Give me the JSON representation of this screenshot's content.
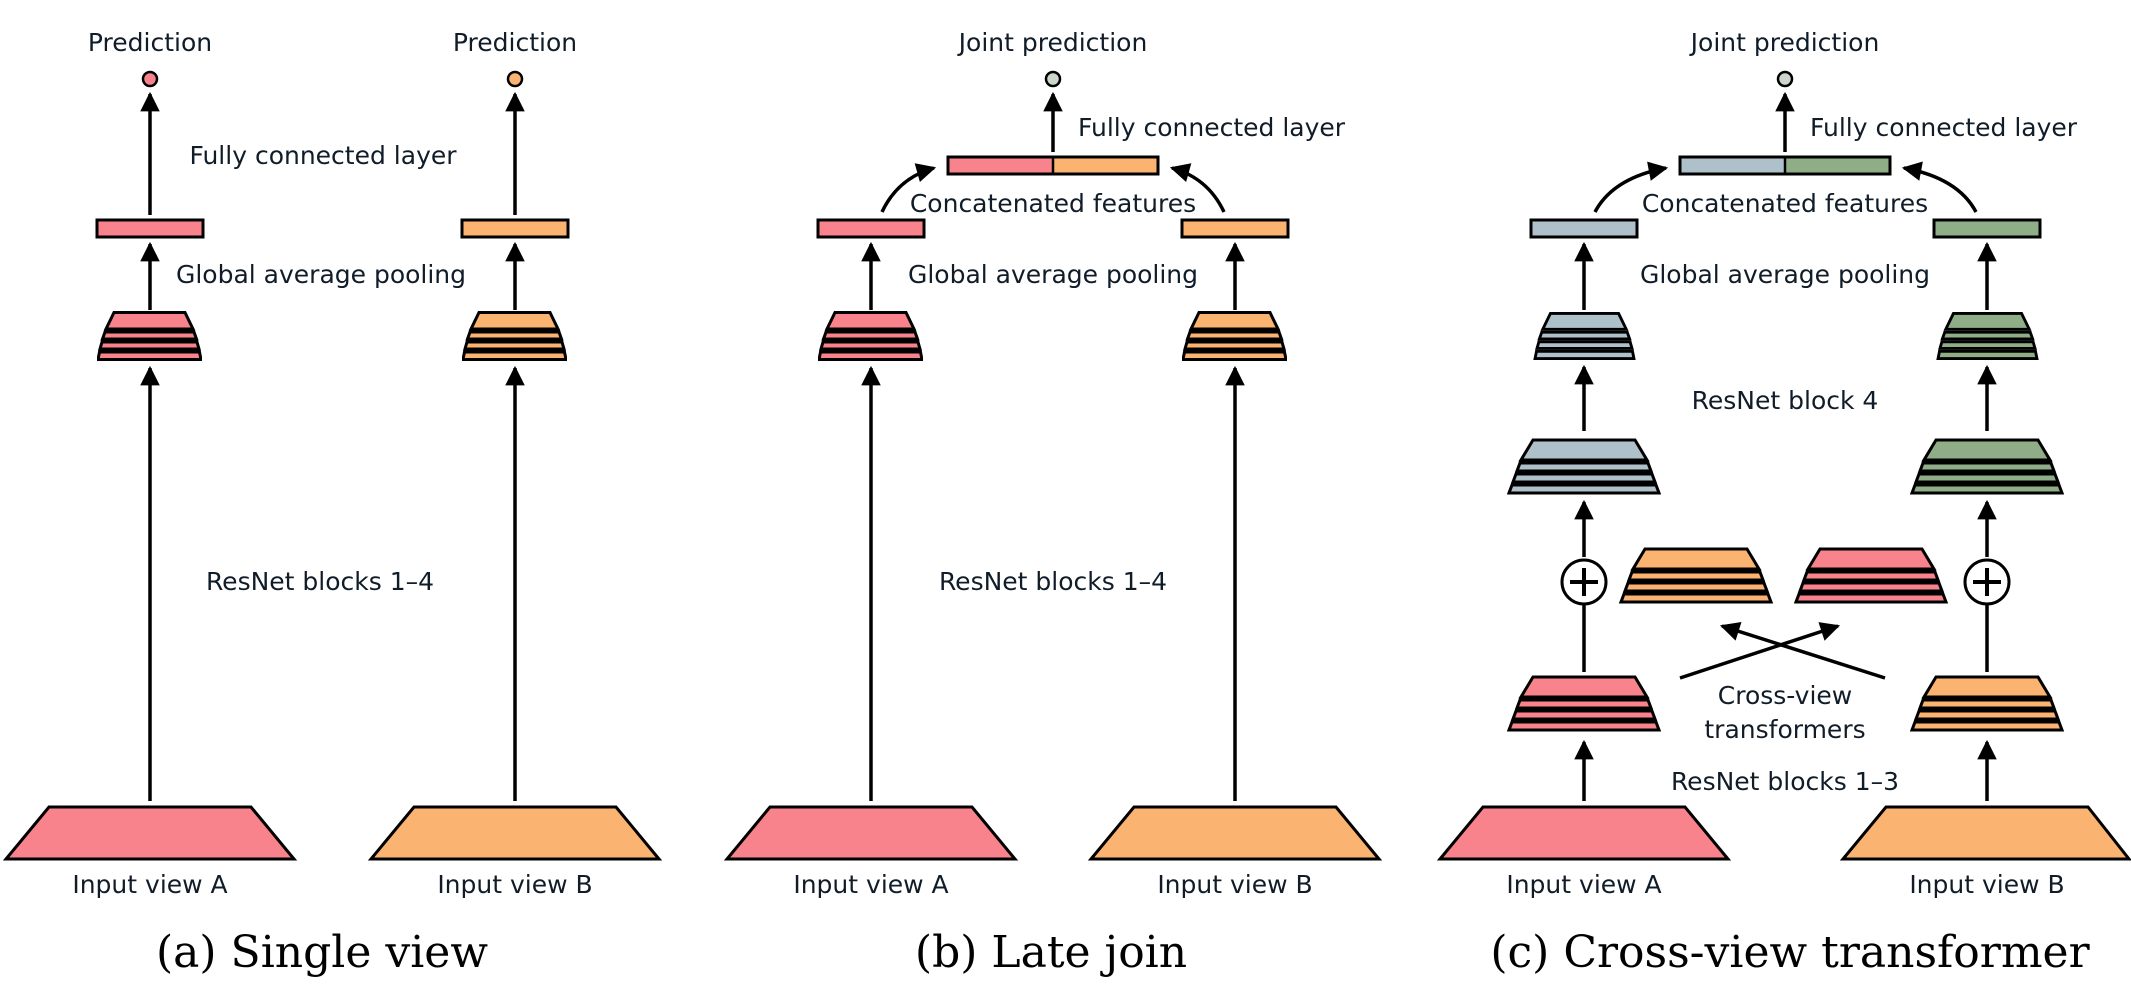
{
  "colors": {
    "view_a": "#f8838c",
    "view_b": "#fbb372",
    "view_a_block4": "#aec0ca",
    "view_b_block4": "#8fae88",
    "joint_dot": "#ccd6cb",
    "outline": "#000000",
    "label_text": "#101c28",
    "caption_text": "#000000",
    "background": "#ffffff"
  },
  "panel_a": {
    "caption": "(a) Single view",
    "prediction_a": "Prediction",
    "prediction_b": "Prediction",
    "fully_connected_label": "Fully connected layer",
    "global_average_pooling_label": "Global average pooling",
    "resnet_blocks_label": "ResNet blocks 1–4",
    "input_a_label": "Input view A",
    "input_b_label": "Input view B"
  },
  "panel_b": {
    "caption": "(b) Late join",
    "joint_prediction_label": "Joint prediction",
    "fully_connected_label": "Fully connected layer",
    "concatenated_features_label": "Concatenated features",
    "global_average_pooling_label": "Global average pooling",
    "resnet_blocks_label": "ResNet blocks 1–4",
    "input_a_label": "Input view A",
    "input_b_label": "Input view B"
  },
  "panel_c": {
    "caption": "(c) Cross-view transformer",
    "joint_prediction_label": "Joint prediction",
    "fully_connected_label": "Fully connected layer",
    "concatenated_features_label": "Concatenated features",
    "global_average_pooling_label": "Global average pooling",
    "resnet_block_4_label": "ResNet block 4",
    "cross_view_transformers_line1": "Cross-view",
    "cross_view_transformers_line2": "transformers",
    "resnet_blocks_1_3_label": "ResNet blocks 1–3",
    "input_a_label": "Input view A",
    "input_b_label": "Input view B"
  }
}
